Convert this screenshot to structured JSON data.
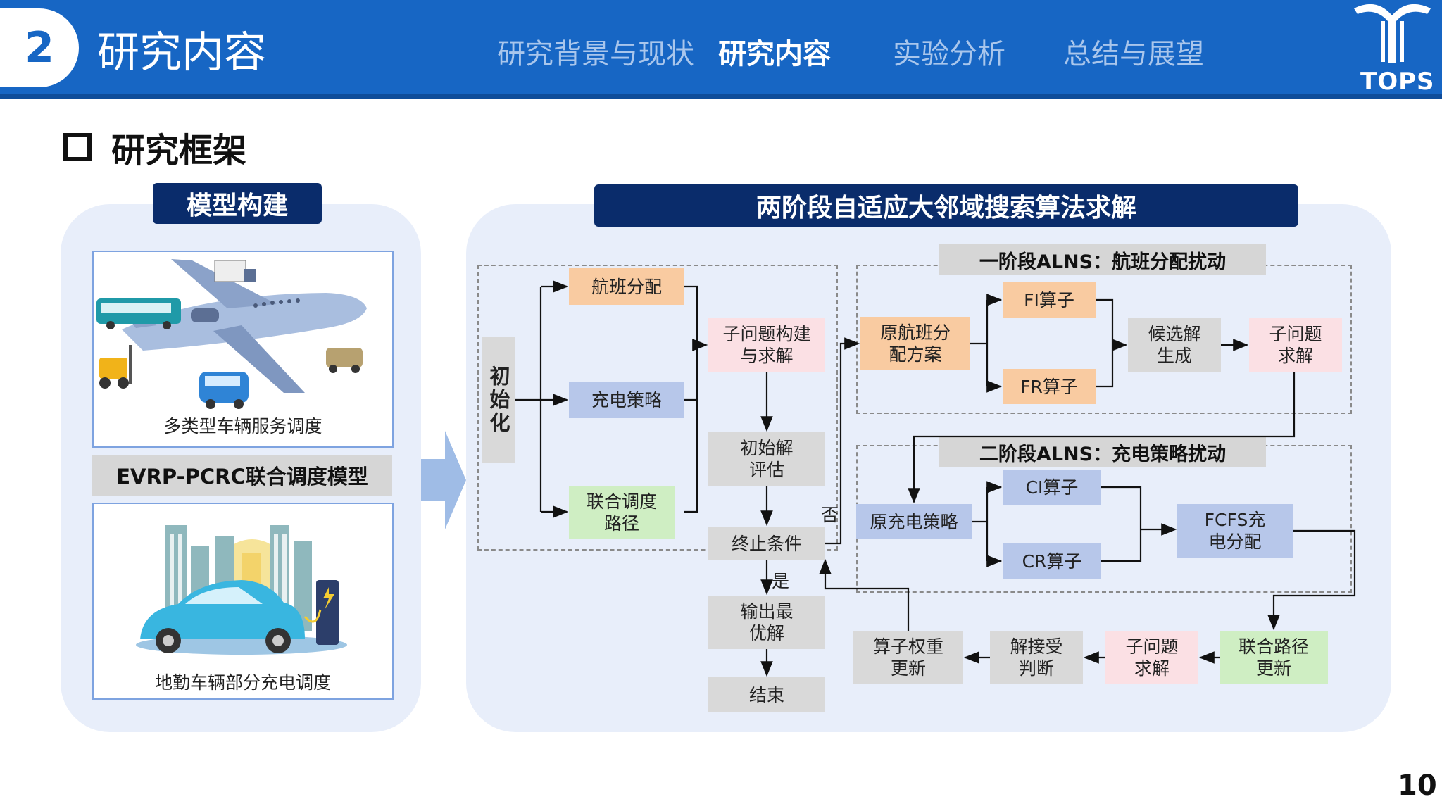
{
  "header": {
    "section_number": "2",
    "section_title": "研究内容",
    "nav": [
      {
        "label": "研究背景与现状",
        "active": false
      },
      {
        "label": "研究内容",
        "active": true
      },
      {
        "label": "实验分析",
        "active": false
      },
      {
        "label": "总结与展望",
        "active": false
      }
    ],
    "logo_text": "TOPS"
  },
  "subtitle": "研究框架",
  "left_panel": {
    "tag": "模型构建",
    "top_caption": "多类型车辆服务调度",
    "banner": "EVRP-PCRC联合调度模型",
    "bottom_caption": "地勤车辆部分充电调度"
  },
  "right_panel": {
    "tag": "两阶段自适应大邻域搜索算法求解",
    "init": {
      "label": "初始化",
      "flight_assign": "航班分配",
      "charge_strategy": "充电策略",
      "joint_route": "联合调度路径",
      "sub_build": "子问题构建与求解",
      "init_eval": "初始解评估",
      "term": "终止条件",
      "output": "输出最优解",
      "end": "结束",
      "no_label": "否",
      "yes_label": "是"
    },
    "stage1": {
      "tag": "一阶段ALNS：航班分配扰动",
      "orig": "原航班分配方案",
      "fi": "FI算子",
      "fr": "FR算子",
      "candidate": "候选解生成",
      "sub_solve": "子问题求解"
    },
    "stage2": {
      "tag": "二阶段ALNS：充电策略扰动",
      "orig": "原充电策略",
      "ci": "CI算子",
      "cr": "CR算子",
      "fcfs": "FCFS充电分配"
    },
    "bottom_row": {
      "joint_update": "联合路径更新",
      "sub_solve": "子问题求解",
      "accept": "解接受判断",
      "weight": "算子权重更新"
    }
  },
  "page_number": "10",
  "colors": {
    "header_blue": "#1766c4",
    "dark_navy": "#0a2c6b",
    "orange": "#f9cba1",
    "blue": "#b7c7ea",
    "green": "#cfeec3",
    "pink": "#fbe0e4",
    "grey": "#d9d9d9"
  }
}
